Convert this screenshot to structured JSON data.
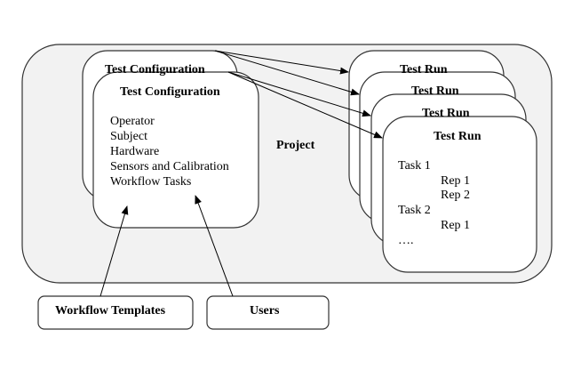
{
  "project": {
    "label": "Project"
  },
  "test_configurations": [
    {
      "title": "Test Configuration"
    },
    {
      "title": "Test Configuration",
      "items": [
        "Operator",
        "Subject",
        "Hardware",
        "Sensors and Calibration",
        "Workflow Tasks"
      ]
    }
  ],
  "test_runs": [
    {
      "title": "Test Run"
    },
    {
      "title": "Test Run"
    },
    {
      "title": "Test Run"
    },
    {
      "title": "Test Run",
      "lines": [
        {
          "text": "Task 1",
          "indent": 0
        },
        {
          "text": "Rep 1",
          "indent": 1
        },
        {
          "text": "Rep 2",
          "indent": 1
        },
        {
          "text": "Task 2",
          "indent": 0
        },
        {
          "text": "Rep 1",
          "indent": 1
        },
        {
          "text": "….",
          "indent": 0
        }
      ]
    }
  ],
  "inputs": [
    {
      "label": "Workflow Templates"
    },
    {
      "label": "Users"
    }
  ],
  "colors": {
    "project_fill": "#f2f2f2",
    "box_fill": "#ffffff",
    "stroke": "#000000"
  }
}
